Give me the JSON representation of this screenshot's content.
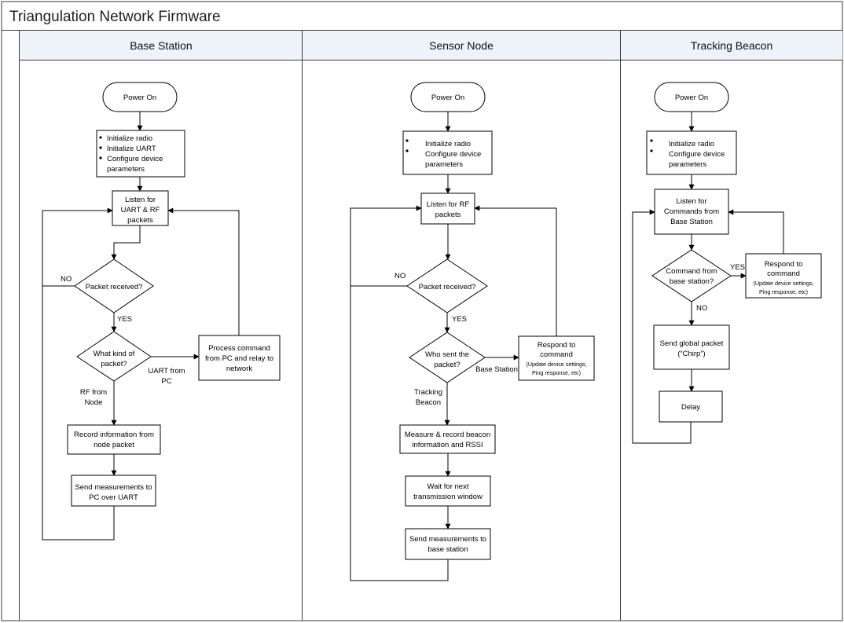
{
  "title": "Triangulation Network Firmware",
  "lanes": {
    "base": "Base Station",
    "sensor": "Sensor Node",
    "beacon": "Tracking Beacon"
  },
  "base_station": {
    "power_on": "Power On",
    "init": [
      "Initialize radio",
      "Initialize UART",
      "Configure device",
      "parameters"
    ],
    "listen": [
      "Listen for",
      "UART & RF",
      "packets"
    ],
    "packet_received": "Packet received?",
    "no": "NO",
    "yes": "YES",
    "what_kind": [
      "What kind of",
      "packet?"
    ],
    "uart_from_pc": [
      "UART from",
      "PC"
    ],
    "rf_from_node": [
      "RF from",
      "Node"
    ],
    "process": [
      "Process command",
      "from PC and relay to",
      "network"
    ],
    "record": [
      "Record information from",
      "node packet"
    ],
    "send": [
      "Send measurements to",
      "PC over UART"
    ]
  },
  "sensor_node": {
    "power_on": "Power On",
    "init": [
      "Initialize radio",
      "Configure device",
      "parameters"
    ],
    "listen": [
      "Listen for RF",
      "packets"
    ],
    "packet_received": "Packet received?",
    "no": "NO",
    "yes": "YES",
    "who_sent": [
      "Who sent the",
      "packet?"
    ],
    "base_station_label": "Base Station",
    "tracking_beacon_label": [
      "Tracking",
      "Beacon"
    ],
    "respond": [
      "Respond to",
      "command"
    ],
    "respond_detail": [
      "(Update device settings,",
      "Ping response, etc)"
    ],
    "measure": [
      "Measure & record beacon",
      "information and RSSI"
    ],
    "wait": [
      "Wait for next",
      "transmission window"
    ],
    "send": [
      "Send measurements to",
      "base station"
    ]
  },
  "tracking_beacon": {
    "power_on": "Power On",
    "init": [
      "Initialize radio",
      "Configure device",
      "parameters"
    ],
    "listen": [
      "Listen for",
      "Commands from",
      "Base Station"
    ],
    "command_from": [
      "Command from",
      "base station?"
    ],
    "yes": "YES",
    "no": "NO",
    "respond": [
      "Respond to",
      "command"
    ],
    "respond_detail": [
      "(Update device settings,",
      "Ping response, etc)"
    ],
    "send_global": [
      "Send global packet",
      "(“Chirp”)"
    ],
    "delay": "Delay"
  }
}
